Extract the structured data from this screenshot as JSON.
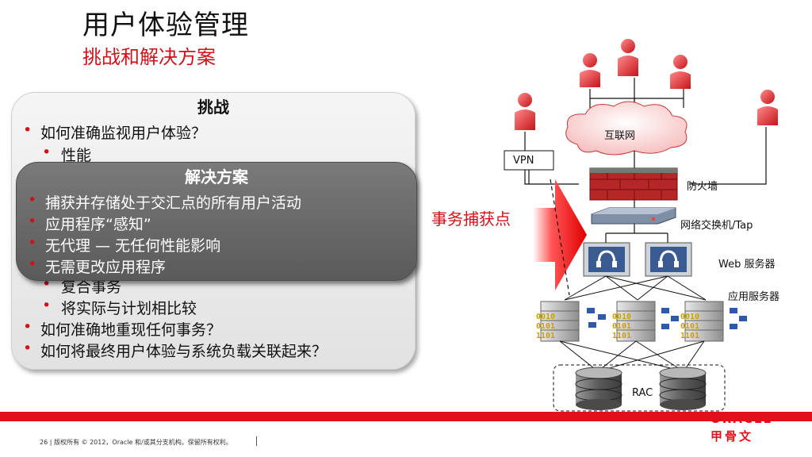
{
  "slide": {
    "title": "用户体验管理",
    "subtitle": "挑战和解决方案"
  },
  "challenge": {
    "heading": "挑战",
    "items": [
      "如何准确监视用户体验？",
      "性能",
      "复合事务",
      "将实际与计划相比较",
      "如何准确地重现任何事务？",
      "如何将最终用户体验与系统负载关联起来？"
    ]
  },
  "solution": {
    "heading": "解决方案",
    "items": [
      "捕获并存储处于交汇点的所有用户活动",
      "应用程序“感知”",
      "无代理 — 无任何性能影响",
      "无需更改应用程序"
    ]
  },
  "diagram": {
    "capture_label": "事务捕获点",
    "internet": "互联网",
    "vpn": "VPN",
    "firewall": "防火墙",
    "switch": "网络交换机/Tap",
    "web_servers": "Web 服务器",
    "app_servers": "应用服务器",
    "rac": "RAC",
    "binary_text": [
      "0010",
      "0101",
      "1101"
    ]
  },
  "footer": {
    "page_number": "26",
    "copyright": "版权所有 © 2012，Oracle 和/或其分支机构。保留所有权利。",
    "brand": "ORACLE",
    "brand_cn": "甲骨文"
  },
  "colors": {
    "accent": "#d0111a",
    "footer_bar": "#e2101b",
    "solution_bg": "#666666",
    "challenge_bg": "#ececec"
  }
}
